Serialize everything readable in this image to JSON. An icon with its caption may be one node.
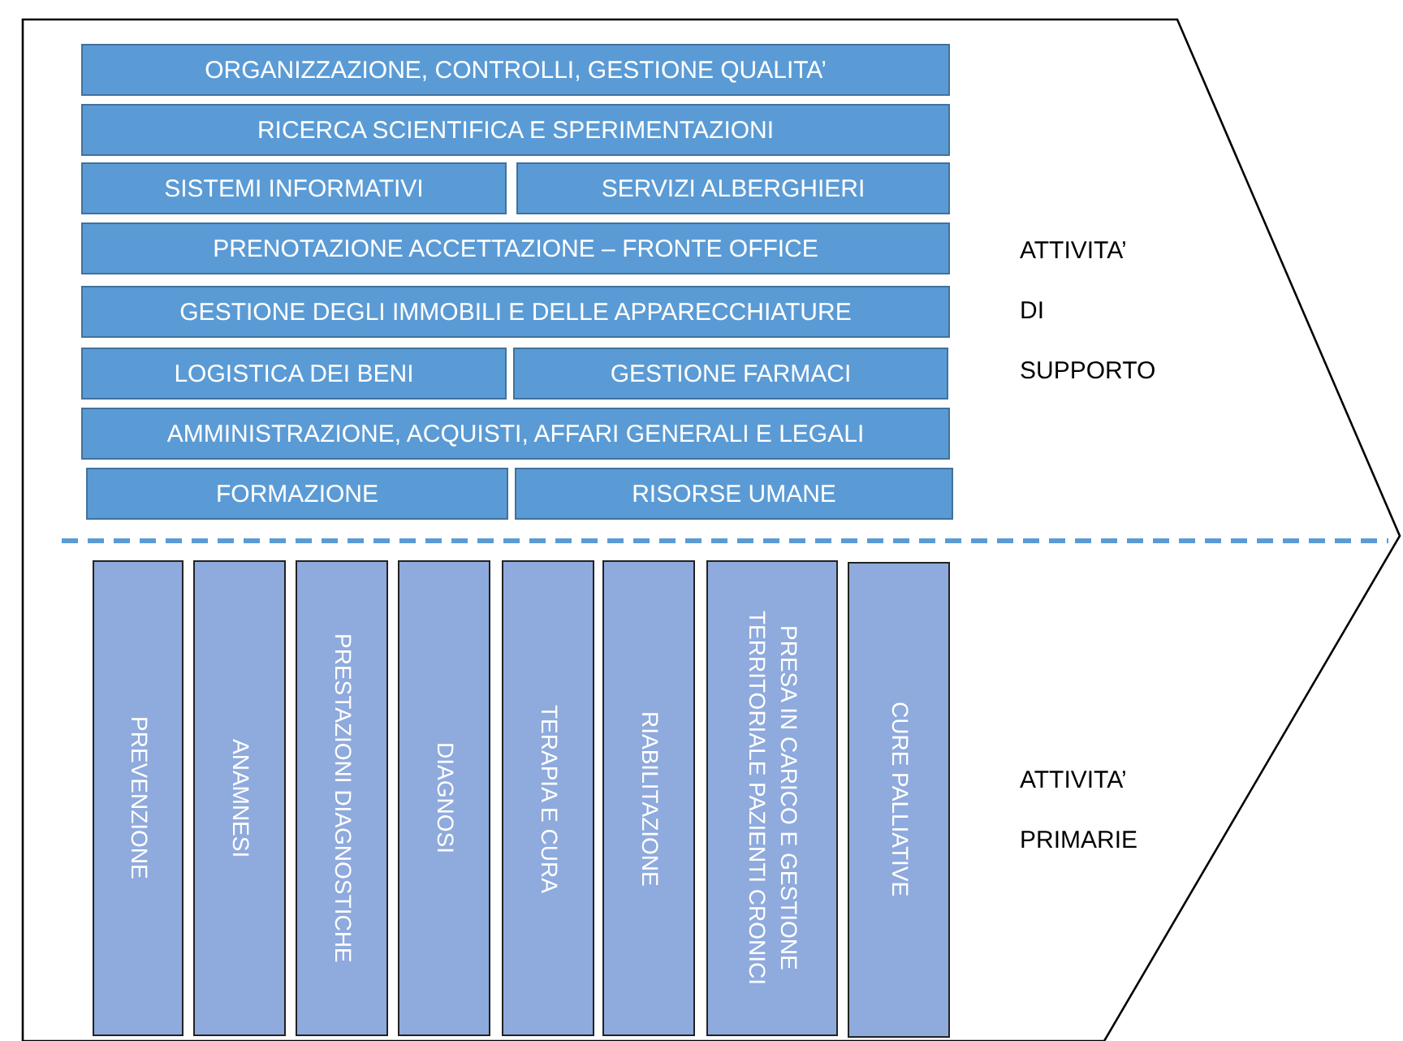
{
  "diagram": {
    "nodes": [
      {
        "text": [
          "ATTIVITA’ DI SUPPORTO",
          "ATTIVITA’ PRIMARIE"
        ]
      },
      {
        "text": [
          "ORGANIZZAZIONE, CONTROLLI, GESTIONE QUALITA’"
        ],
        "in": 0
      },
      {
        "text": [
          "RICERCA SCIENTIFICA E SPERIMENTAZIONI"
        ],
        "in": 0
      },
      {
        "text": [
          "SISTEMI INFORMATIVI"
        ],
        "in": 0
      },
      {
        "text": [
          "SERVIZI ALBERGHIERI"
        ],
        "in": 0
      },
      {
        "text": [
          "PRENOTAZIONE ACCETTAZIONE – FRONTE OFFICE"
        ],
        "in": 0
      },
      {
        "text": [
          "GESTIONE DEGLI IMMOBILI E DELLE APPARECCHIATURE"
        ],
        "in": 0
      },
      {
        "text": [
          "LOGISTICA DEI BENI"
        ],
        "in": 0
      },
      {
        "text": [
          "GESTIONE FARMACI"
        ],
        "in": 0
      },
      {
        "text": [
          "AMMINISTRAZIONE, ACQUISTI, AFFARI GENERALI E LEGALI"
        ],
        "in": 0
      },
      {
        "text": [
          "FORMAZIONE"
        ],
        "in": 0
      },
      {
        "text": [
          "RISORSE UMANE"
        ],
        "in": 0
      },
      {
        "text": [
          "PREVENZIONE"
        ],
        "in": 0
      },
      {
        "text": [
          "ANAMNESI"
        ],
        "in": 0
      },
      {
        "text": [
          "PRESTAZIONI DIAGNOSTICHE"
        ],
        "in": 0
      },
      {
        "text": [
          "DIAGNOSI"
        ],
        "in": 0
      },
      {
        "text": [
          "TERAPIA E CURA"
        ],
        "in": 0
      },
      {
        "text": [
          "RIABILITAZIONE"
        ],
        "in": 0
      },
      {
        "text": [
          "PRESA IN CARICO E GESTIONE TERRITORIALE PAZIENTI CRONICI"
        ],
        "in": 0
      },
      {
        "text": [
          "CURE PALLIATIVE"
        ],
        "in": 0
      }
    ]
  }
}
